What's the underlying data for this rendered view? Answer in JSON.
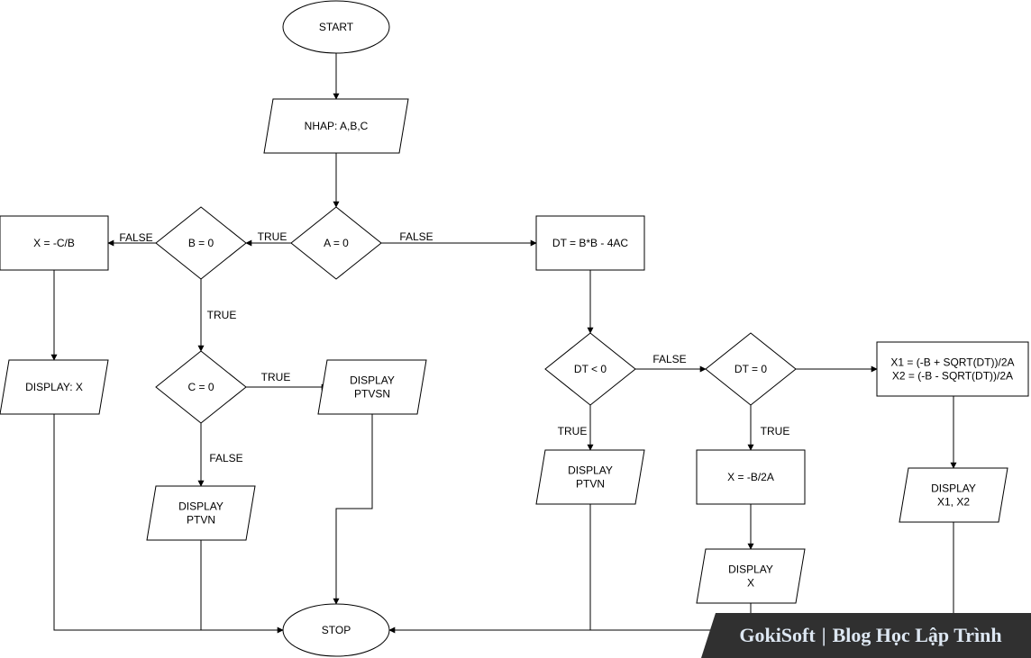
{
  "nodes": {
    "start": {
      "lines": [
        "START"
      ]
    },
    "input": {
      "lines": [
        "NHAP: A,B,C"
      ]
    },
    "a_zero": {
      "lines": [
        "A = 0"
      ]
    },
    "b_zero": {
      "lines": [
        "B = 0"
      ]
    },
    "x_cb": {
      "lines": [
        "X = -C/B"
      ]
    },
    "display_x_left": {
      "lines": [
        "DISPLAY: X"
      ]
    },
    "c_zero": {
      "lines": [
        "C = 0"
      ]
    },
    "display_ptvsn": {
      "lines": [
        "DISPLAY",
        "PTVSN"
      ]
    },
    "display_ptvn_left": {
      "lines": [
        "DISPLAY",
        "PTVN"
      ]
    },
    "dt_calc": {
      "lines": [
        "DT = B*B - 4AC"
      ]
    },
    "dt_lt_zero": {
      "lines": [
        "DT < 0"
      ]
    },
    "display_ptvn_right": {
      "lines": [
        "DISPLAY",
        "PTVN"
      ]
    },
    "dt_eq_zero": {
      "lines": [
        "DT = 0"
      ]
    },
    "x_b2a": {
      "lines": [
        "X = -B/2A"
      ]
    },
    "display_x_right": {
      "lines": [
        "DISPLAY",
        "X"
      ]
    },
    "x1_x2": {
      "lines": [
        "X1 = (-B + SQRT(DT))/2A",
        "X2 = (-B - SQRT(DT))/2A"
      ]
    },
    "display_x1x2": {
      "lines": [
        "DISPLAY",
        "X1, X2"
      ]
    },
    "stop": {
      "lines": [
        "STOP"
      ]
    }
  },
  "edge_labels": {
    "a_true": "TRUE",
    "a_false": "FALSE",
    "b_false": "FALSE",
    "b_true": "TRUE",
    "c_true": "TRUE",
    "c_false": "FALSE",
    "dt_lt_false": "FALSE",
    "dt_lt_true": "TRUE",
    "dt_eq_true": "TRUE"
  },
  "watermark": {
    "brand": "GokiSoft",
    "separator": "|",
    "tagline": "Blog Học Lập Trình"
  }
}
